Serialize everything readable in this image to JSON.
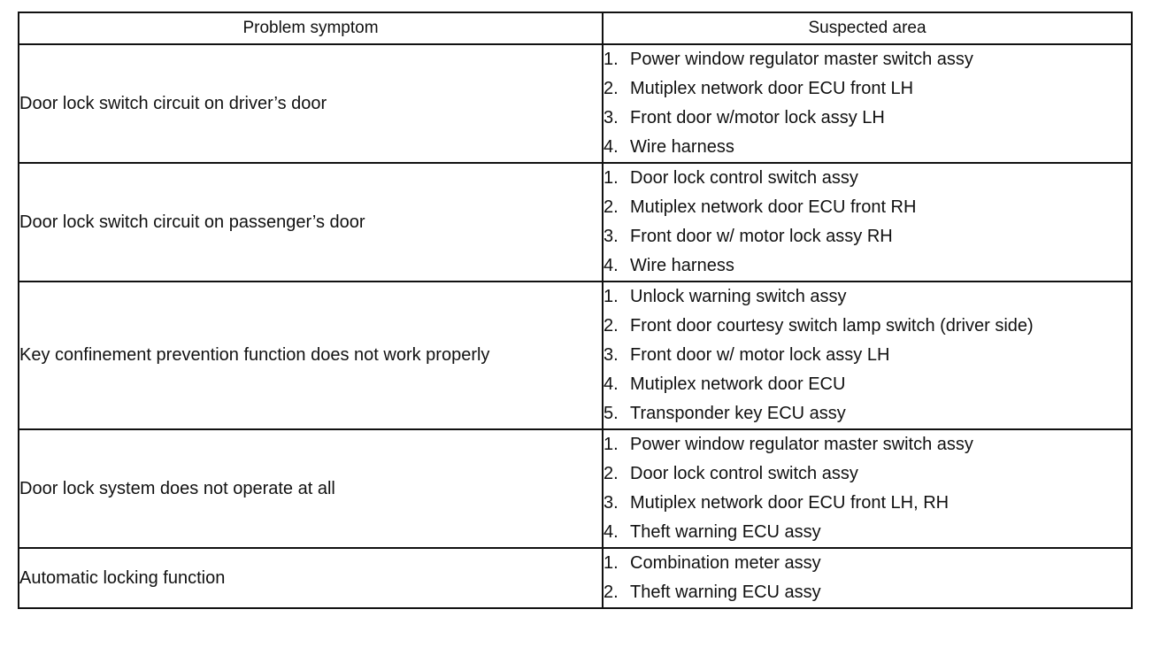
{
  "table": {
    "headers": [
      "Problem symptom",
      "Suspected area"
    ],
    "rows": [
      {
        "symptom": "Door lock switch circuit on driver’s door",
        "areas": [
          {
            "num": "1.",
            "text": "Power window regulator master switch assy"
          },
          {
            "num": "2.",
            "text": "Mutiplex network door ECU front LH"
          },
          {
            "num": "3.",
            "text": "Front door w/motor lock assy LH"
          },
          {
            "num": "4.",
            "text": "Wire harness"
          }
        ]
      },
      {
        "symptom": "Door lock switch circuit on passenger’s door",
        "areas": [
          {
            "num": "1.",
            "text": "Door lock control switch assy"
          },
          {
            "num": "2.",
            "text": "Mutiplex network door ECU front RH"
          },
          {
            "num": "3.",
            "text": "Front door w/ motor lock assy RH"
          },
          {
            "num": "4.",
            "text": "Wire harness"
          }
        ]
      },
      {
        "symptom": "Key confinement prevention function does not work properly",
        "areas": [
          {
            "num": "1.",
            "text": "Unlock warning switch assy"
          },
          {
            "num": "2.",
            "text": "Front door courtesy switch lamp switch (driver side)"
          },
          {
            "num": "3.",
            "text": "Front door w/ motor lock assy LH"
          },
          {
            "num": "4.",
            "text": "Mutiplex network door ECU"
          },
          {
            "num": "5.",
            "text": "Transponder key ECU assy"
          }
        ]
      },
      {
        "symptom": "Door lock system does not operate at all",
        "areas": [
          {
            "num": "1.",
            "text": "Power window regulator master switch assy"
          },
          {
            "num": "2.",
            "text": "Door lock control switch assy"
          },
          {
            "num": "3.",
            "text": "Mutiplex network door ECU  front LH, RH"
          },
          {
            "num": "4.",
            "text": "Theft warning ECU assy"
          }
        ]
      },
      {
        "symptom": "Automatic locking function",
        "areas": [
          {
            "num": "1.",
            "text": "Combination meter assy"
          },
          {
            "num": "2.",
            "text": "Theft warning ECU assy"
          }
        ]
      }
    ]
  }
}
